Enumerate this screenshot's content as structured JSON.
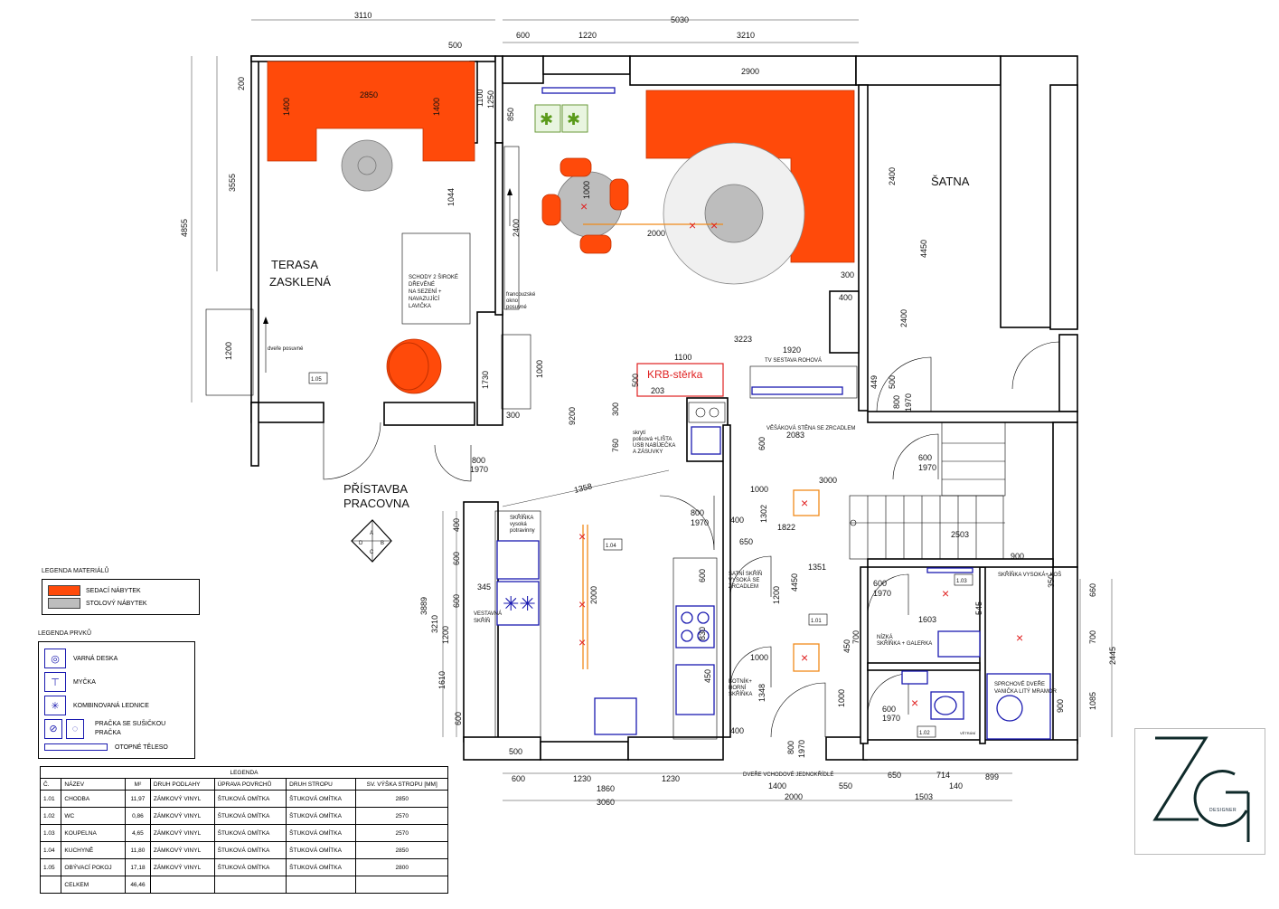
{
  "plan": {
    "rooms": {
      "terasa_line1": "TERASA",
      "terasa_line2": "ZASKLENÁ",
      "satna": "ŠATNA",
      "pristavba_line1": "PŘÍSTAVBA",
      "pristavba_line2": "PRACOVNA",
      "krb": "KRB-stěrka"
    },
    "room_tags": [
      "1.05",
      "1.04",
      "1.01",
      "1.03",
      "1.02"
    ],
    "dimensions": {
      "top": [
        "3110",
        "500",
        "5030",
        "600",
        "1220",
        "3210",
        "2900"
      ],
      "left": [
        "4855",
        "3555",
        "200",
        "1200",
        "3889",
        "3210",
        "400",
        "600",
        "600",
        "1200",
        "1610",
        "600"
      ],
      "terrace": [
        "2850",
        "1400",
        "1400",
        "1100",
        "1250",
        "850",
        "1044",
        "1730",
        "1000",
        "300",
        "800",
        "1970"
      ],
      "living": [
        "1000",
        "2400",
        "2000",
        "2400",
        "4450",
        "2400",
        "300",
        "400",
        "3223",
        "1100",
        "1920",
        "500",
        "203",
        "449",
        "500",
        "800",
        "1970",
        "9200",
        "300",
        "760",
        "1358"
      ],
      "kitchen": [
        "345",
        "2000",
        "600",
        "830",
        "450",
        "500",
        "600",
        "1230",
        "1860",
        "1230",
        "3060"
      ],
      "hall": [
        "2083",
        "600",
        "1000",
        "1302",
        "1822",
        "3000",
        "800",
        "1970",
        "400",
        "650",
        "1351",
        "4450",
        "1200",
        "1000",
        "1348",
        "400",
        "800",
        "1970",
        "1400",
        "2000",
        "550",
        "600",
        "1970",
        "2503",
        "900"
      ],
      "bath": [
        "600",
        "1970",
        "1603",
        "545",
        "450",
        "700",
        "1000",
        "600",
        "1970",
        "650",
        "714",
        "140",
        "1503",
        "899",
        "350",
        "660",
        "700",
        "2445",
        "900",
        "1085"
      ]
    },
    "notes": {
      "stairs_line1": "SCHODY 2 ŠIROKÉ",
      "stairs_line2": "DŘEVĚNÉ",
      "stairs_line3": "NA SEZENÍ +",
      "stairs_line4": "NAVAZUJÍCÍ",
      "stairs_line5": "LAVIČKA",
      "window_line1": "francouzské",
      "window_line2": "okno",
      "window_line3": "posuvné",
      "sliding_door": "dveře posuvné",
      "tv": "TV SESTAVA ROHOVÁ",
      "coat_wall": "VĚŠÁKOVÁ STĚNA SE ZRCADLEM",
      "shelf_line1": "skrytí",
      "shelf_line2": "policová +LIŠTA",
      "shelf_line3": "USB NABÍJEČKA",
      "shelf_line4": "A ZÁSUVKY",
      "tall_cab_line1": "SKŘÍŇKA",
      "tall_cab_line2": "vysoká",
      "tall_cab_line3": "potravinny",
      "builtin_line1": "VESTAVNÁ",
      "builtin_line2": "SKŘÍŇ",
      "wardrobe_line1": "ŠATNÍ SKŘÍŇ",
      "wardrobe_line2": "VYSOKÁ SE",
      "wardrobe_line3": "ZRCADLEM",
      "shoe_line1": "BOTNÍK+",
      "shoe_line2": "HORNÍ",
      "shoe_line3": "SKŘÍŇKA",
      "entry_door": "DVEŘE VCHODOVÉ JEDNOKŘÍDLÉ",
      "bath_cab": "SKŘÍŇKA VYSOKÁ+ KOŠ",
      "low_cab_line1": "NÍZKÁ",
      "low_cab_line2": "SKŘÍŇKA + GALERKA",
      "shower_line1": "SPRCHOVÉ DVEŘE",
      "shower_line2": "VANIČKA LITÝ MRAMOR",
      "vetrani": "VĚTRÁNÍ"
    },
    "compass": [
      "A",
      "B",
      "C",
      "D"
    ],
    "colors": {
      "sofa": "#ff4a0a",
      "table": "#bdbdbd",
      "fixture": "#1a1ab0",
      "krb": "#e02020",
      "lamp": "#f08a1a"
    }
  },
  "legend_materials": {
    "title": "LEGENDA MATERIÁLŮ",
    "items": [
      {
        "label": "SEDACÍ NÁBYTEK",
        "color": "#ff4a0a"
      },
      {
        "label": "STOLOVÝ NÁBYTEK",
        "color": "#bdbdbd"
      }
    ]
  },
  "legend_elements": {
    "title": "LEGENDA PRVKŮ",
    "items": [
      {
        "label": "VARNÁ DESKA",
        "icon": "cooktop-icon"
      },
      {
        "label": "MYČKA",
        "icon": "dishwasher-icon"
      },
      {
        "label": "KOMBINOVANÁ LEDNICE",
        "icon": "fridge-icon"
      },
      {
        "label": "PRAČKA SE SUŠIČKOU",
        "label2": "PRAČKA",
        "icon": "washer-dryer-icon"
      },
      {
        "label": "OTOPNÉ TĚLESO",
        "icon": "radiator-icon"
      }
    ]
  },
  "room_table": {
    "title": "LEGENDA",
    "headers": [
      "Č.",
      "NÁZEV",
      "M²",
      "DRUH PODLAHY",
      "ÚPRAVA POVRCHŮ",
      "DRUH STROPU",
      "SV. VÝŠKA STROPU [MM]"
    ],
    "rows": [
      [
        "1.01",
        "CHODBA",
        "11,97",
        "ZÁMKOVÝ VINYL",
        "ŠTUKOVÁ OMÍTKA",
        "ŠTUKOVÁ OMÍTKA",
        "2850"
      ],
      [
        "1.02",
        "WC",
        "0,86",
        "ZÁMKOVÝ VINYL",
        "ŠTUKOVÁ OMÍTKA",
        "ŠTUKOVÁ OMÍTKA",
        "2570"
      ],
      [
        "1.03",
        "KOUPELNA",
        "4,65",
        "ZÁMKOVÝ VINYL",
        "ŠTUKOVÁ OMÍTKA",
        "ŠTUKOVÁ OMÍTKA",
        "2570"
      ],
      [
        "1.04",
        "KUCHYNĚ",
        "11,80",
        "ZÁMKOVÝ VINYL",
        "ŠTUKOVÁ OMÍTKA",
        "ŠTUKOVÁ OMÍTKA",
        "2850"
      ],
      [
        "1.05",
        "OBÝVACÍ POKOJ",
        "17,18",
        "ZÁMKOVÝ VINYL",
        "ŠTUKOVÁ OMÍTKA",
        "ŠTUKOVÁ OMÍTKA",
        "2800"
      ]
    ],
    "total_label": "CELKEM",
    "total_value": "46,46"
  },
  "logo": {
    "mark": "ZG",
    "subtitle": "DESIGNER",
    "color": "#0f2a2a"
  }
}
